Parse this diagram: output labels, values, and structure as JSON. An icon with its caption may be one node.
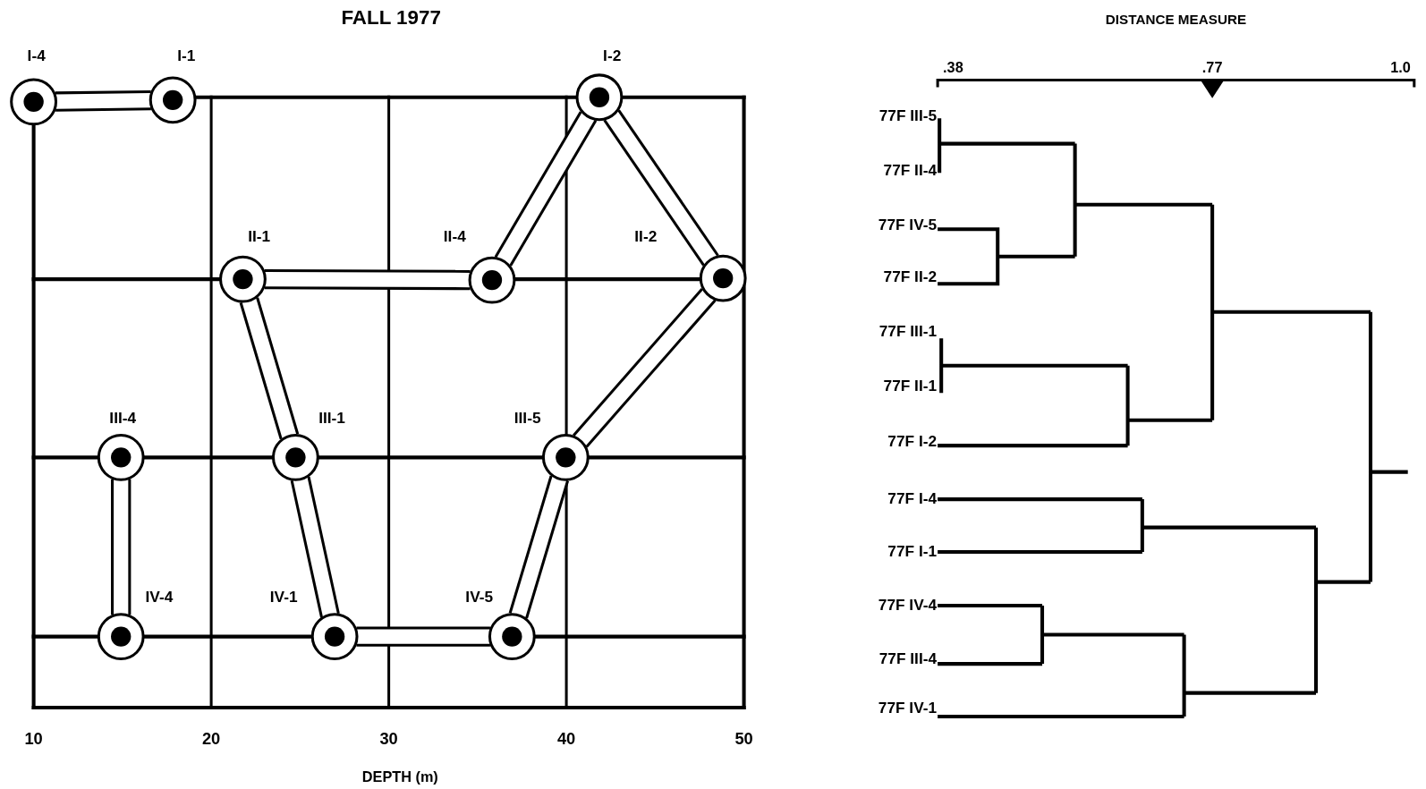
{
  "diagram": {
    "title": "FALL 1977",
    "nodes": [
      {
        "text": [
          "I-4"
        ]
      },
      {
        "text": [
          "I-1"
        ]
      },
      {
        "text": [
          "I-2"
        ]
      },
      {
        "text": [
          "II-1"
        ]
      },
      {
        "text": [
          "II-4"
        ]
      },
      {
        "text": [
          "II-2"
        ]
      },
      {
        "text": [
          "III-4"
        ]
      },
      {
        "text": [
          "III-1"
        ]
      },
      {
        "text": [
          "III-5"
        ]
      },
      {
        "text": [
          "IV-4"
        ]
      },
      {
        "text": [
          "IV-1"
        ]
      },
      {
        "text": [
          "IV-5"
        ]
      }
    ],
    "edges": [
      {
        "from": 0,
        "to": 1,
        "arrow": "none"
      },
      {
        "from": 3,
        "to": 4,
        "arrow": "none"
      },
      {
        "from": 4,
        "to": 2,
        "arrow": "none"
      },
      {
        "from": 2,
        "to": 5,
        "arrow": "none"
      },
      {
        "from": 5,
        "to": 8,
        "arrow": "none"
      },
      {
        "from": 8,
        "to": 11,
        "arrow": "none"
      },
      {
        "from": 11,
        "to": 10,
        "arrow": "none"
      },
      {
        "from": 10,
        "to": 7,
        "arrow": "none"
      },
      {
        "from": 7,
        "to": 3,
        "arrow": "none"
      },
      {
        "from": 6,
        "to": 9,
        "arrow": "none"
      }
    ],
    "labels": [
      "DISTANCE MEASURE",
      ".38",
      ".77",
      "1.0",
      "77F III-5",
      "77F II-4",
      "77F IV-5",
      "77F II-2",
      "77F III-1",
      "77F II-1",
      "77F I-2",
      "77F I-4",
      "77F I-1",
      "77F IV-4",
      "77F III-4",
      "77F IV-1",
      "10",
      "20",
      "30",
      "40",
      "50",
      "DEPTH (m)"
    ]
  }
}
